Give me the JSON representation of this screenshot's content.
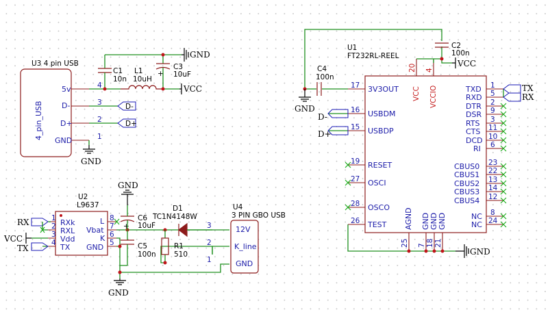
{
  "U3": {
    "ref": "U3 4 pin USB",
    "name": "4_pin_USB",
    "pins": [
      "5v",
      "D-",
      "D+",
      "GND"
    ],
    "nums": [
      "4",
      "3",
      "2",
      "1"
    ]
  },
  "input": {
    "c1": "C1",
    "c1v": "10n",
    "l1": "L1",
    "l1v": "10uH",
    "c3": "C3",
    "c3v": "10uF"
  },
  "U2": {
    "ref": "U2",
    "name": "L9637",
    "pins": [
      "RXk",
      "RXL",
      "Vdd",
      "TX",
      "L",
      "Vbat",
      "K",
      "GND"
    ],
    "nums": [
      "1",
      "2",
      "3",
      "4",
      "8",
      "7",
      "6",
      "5"
    ]
  },
  "C6": {
    "ref": "C6",
    "val": "10uF"
  },
  "C5": {
    "ref": "C5",
    "val": "100n"
  },
  "R1": {
    "ref": "R1",
    "val": "510"
  },
  "D1": {
    "ref": "D1",
    "val": "TC1N4148W"
  },
  "U4": {
    "ref": "U4",
    "name": "3 PIN GBO USB",
    "pins": [
      "12V",
      "K_line",
      "GND"
    ],
    "nums": [
      "3",
      "2",
      "1"
    ]
  },
  "U1": {
    "ref": "U1",
    "name": "FT232RL-REEL",
    "left_pins": [
      "3V3OUT",
      "USBDM",
      "USBDP",
      "RESET",
      "OSCI",
      "OSCO",
      "TEST"
    ],
    "left_nums": [
      "17",
      "16",
      "15",
      "19",
      "27",
      "28",
      "26"
    ],
    "right_pins": [
      "TXD",
      "RXD",
      "DTR",
      "DSR",
      "RTS",
      "CTS",
      "DCD",
      "RI",
      "CBUS0",
      "CBUS1",
      "CBUS2",
      "CBUS3",
      "CBUS4",
      "NC",
      "NC"
    ],
    "right_nums": [
      "1",
      "5",
      "2",
      "9",
      "3",
      "11",
      "10",
      "6",
      "23",
      "22",
      "13",
      "14",
      "12",
      "8",
      "24"
    ],
    "top_pins": [
      "VCC",
      "VCCIO"
    ],
    "top_nums": [
      "20",
      "4"
    ],
    "bottom_pins": [
      "AGND",
      "GND",
      "GND",
      "GND"
    ],
    "bottom_nums": [
      "25",
      "7",
      "18",
      "21"
    ]
  },
  "C2": {
    "ref": "C2",
    "val": "100n"
  },
  "C4": {
    "ref": "C4",
    "val": "100n"
  },
  "nets": {
    "gnd": "GND",
    "vcc": "VCC",
    "dm": "D-",
    "dp": "D+",
    "tx": "TX",
    "rx": "RX"
  }
}
